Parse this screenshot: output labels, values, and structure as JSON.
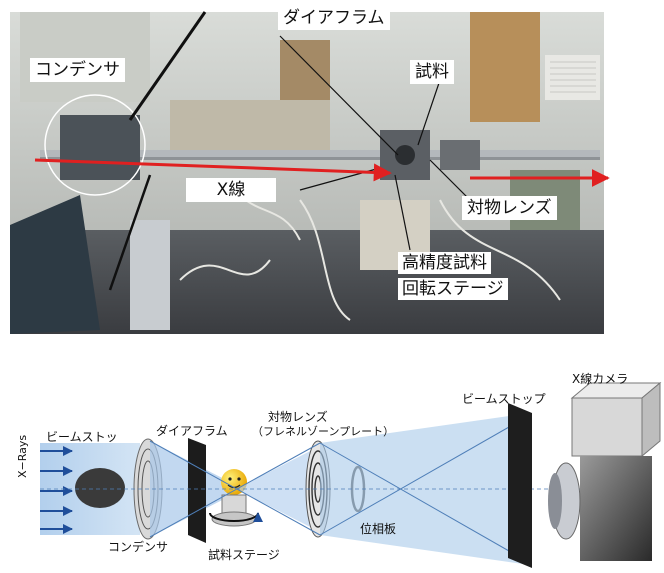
{
  "photo": {
    "labels": {
      "diaphragm": "ダイアフラム",
      "condenser": "コンデンサ",
      "sample": "試料",
      "xray": "X線",
      "objective_lens": "対物レンズ",
      "rotation_stage_line1": "高精度試料",
      "rotation_stage_line2": "回転ステージ"
    },
    "colors": {
      "beam_arrow": "#e02020",
      "photo_bg": "#8a8f92"
    }
  },
  "schematic": {
    "labels": {
      "xrays": "X−Rays",
      "beamstop_left": "ビームストッ",
      "diaphragm": "ダイアフラム",
      "objective_lens_line1": "対物レンズ",
      "objective_lens_line2": "（フレネルゾーンプレート）",
      "beamstop_right": "ビームストップ",
      "xray_camera": "X線カメラ",
      "condenser": "コンデンサ",
      "sample_stage": "試料ステージ",
      "phase_plate": "位相板"
    },
    "colors": {
      "beam": "#b8d4ee",
      "beam_dark": "#4f7fb8",
      "arrow": "#1f4e9a"
    },
    "icons": [
      "rotation-arrow-icon",
      "smiley-sample-icon",
      "camera-icon"
    ]
  }
}
